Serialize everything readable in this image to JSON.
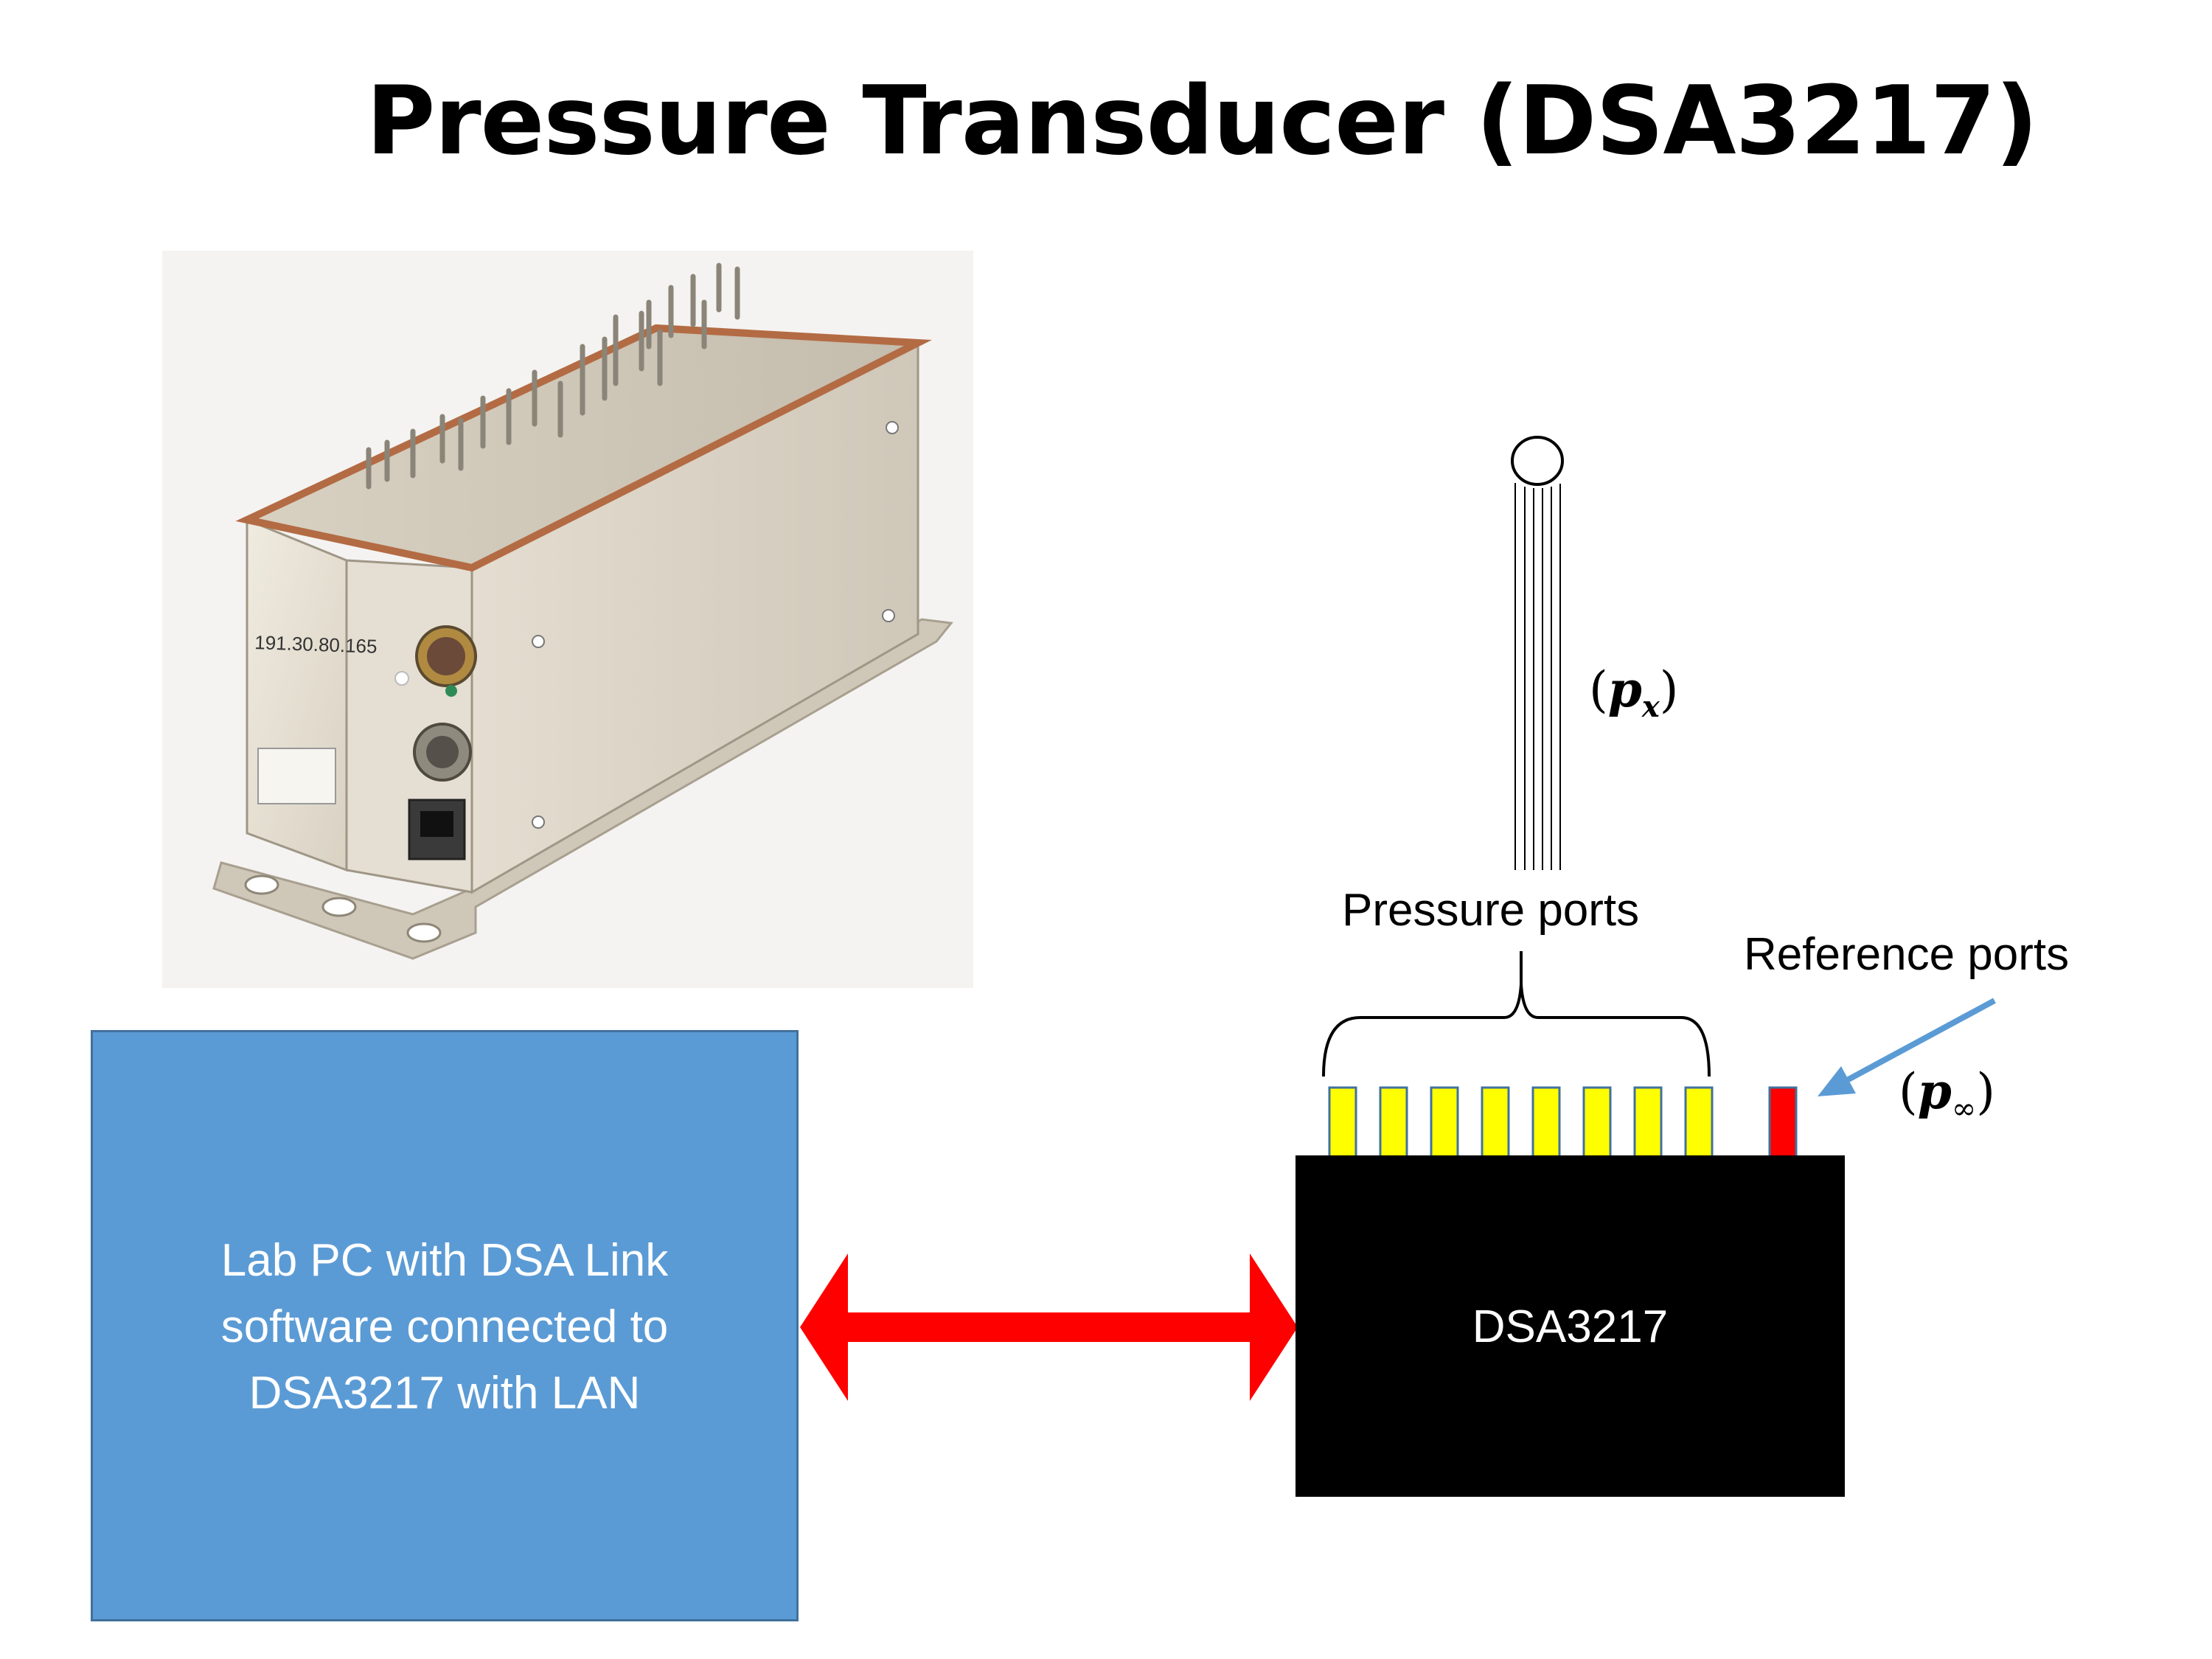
{
  "title": "Pressure Transducer (DSA3217)",
  "device_photo": {
    "ip_label": "191.30.80.165"
  },
  "lab_pc": {
    "lines": [
      "Lab PC with DSA Link",
      "software connected to",
      "DSA3217 with LAN"
    ]
  },
  "dsa_box": {
    "label": "DSA3217"
  },
  "labels": {
    "pressure_ports": "Pressure ports",
    "reference_ports": "Reference ports",
    "px_open": "(",
    "px_sym": "p",
    "px_sub": "x",
    "px_close": ")",
    "pinf_open": "(",
    "pinf_sym": "p",
    "pinf_sub": "∞",
    "pinf_close": ")"
  },
  "ports": {
    "pressure_count": 8,
    "reference_count": 1
  },
  "colors": {
    "pc_box": "#5b9bd5",
    "arrow": "#ff0000",
    "pressure_port": "#ffff00",
    "reference_port": "#ff0000",
    "pointer": "#5b9bd5"
  }
}
